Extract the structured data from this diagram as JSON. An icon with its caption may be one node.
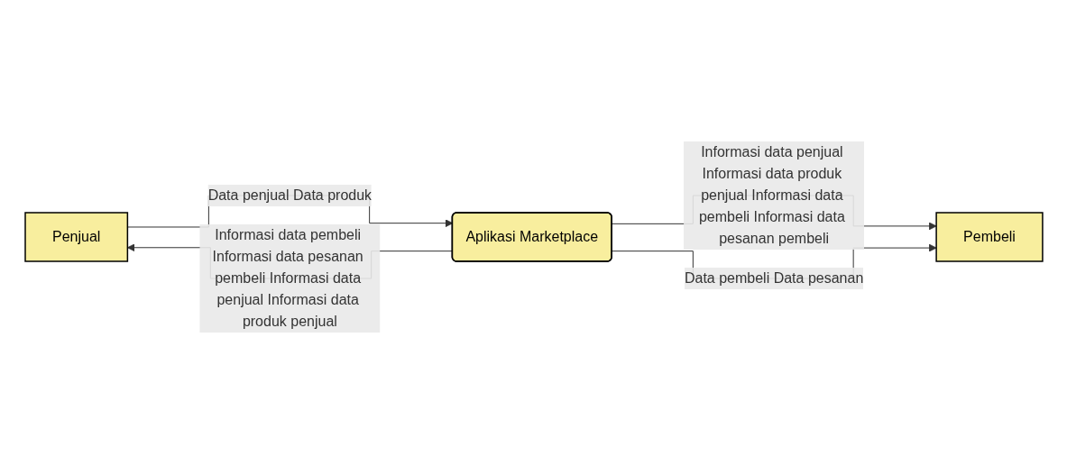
{
  "diagram": {
    "nodes": [
      {
        "text": [
          "Penjual"
        ]
      },
      {
        "text": [
          "Aplikasi Marketplace"
        ]
      },
      {
        "text": [
          "Pembeli"
        ]
      }
    ],
    "edges": [
      {
        "from": 1,
        "to": 0,
        "arrow": "to",
        "label": "Informasi data pembeli Informasi data pesanan pembeli Informasi data penjual Informasi data produk penjual"
      },
      {
        "from": 0,
        "to": 1,
        "arrow": "to",
        "label": "Data penjual Data produk"
      },
      {
        "from": 1,
        "to": 2,
        "arrow": "to",
        "label": "Informasi data penjual Informasi data produk penjual Informasi data pembeli Informasi data pesanan pembeli"
      },
      {
        "from": 1,
        "to": 2,
        "arrow": "to",
        "label": "Data pembeli Data pesanan"
      }
    ]
  }
}
